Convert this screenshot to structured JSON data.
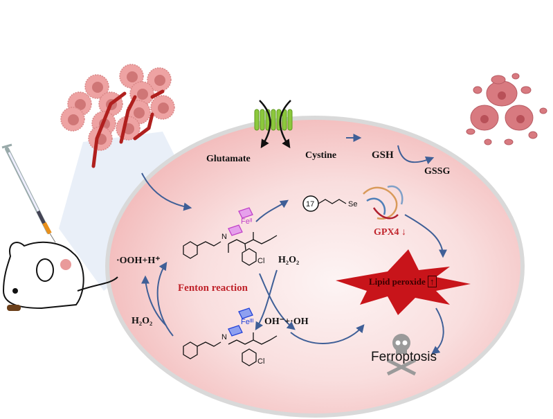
{
  "figure": {
    "type": "mechanism-schematic",
    "theme_colors": {
      "cell_fill": "#f6c9c9",
      "cell_center": "#fbeeee",
      "arrow": "#3f5f97",
      "fe_ii": "#c040c8",
      "fe_iii": "#2040d8",
      "burst": "#c8141a",
      "label_red": "#c0232b",
      "transporter": "#8cc83c"
    }
  },
  "labels": {
    "glutamate": "Glutamate",
    "cystine": "Cystine",
    "gsh": "GSH",
    "gssg": "GSSG",
    "gpx4": "GPX4 ↓",
    "lipid_peroxide": "Lipid peroxide",
    "lipid_peroxide_mark": "↑",
    "ferroptosis": "Ferroptosis",
    "fenton": "Fenton reaction",
    "ooh_h": "·OOH+H⁺",
    "h2o2_left": "H₂O₂",
    "h2o2_right": "H₂O₂",
    "oh_oh": "OH⁻+·OH",
    "compound_number": "17",
    "selenium": "Se",
    "fe_ii": "Feᴵᴵ",
    "fe_iii": "Feᴵᴵᴵ",
    "chlorine": "Cl",
    "nitrogen": "N",
    "hydrogen": "H",
    "oxygen": "O"
  },
  "icons": {
    "mouse": "mouse-with-tumor-icon",
    "syringe": "syringe-icon",
    "tumor": "tumor-cell-cluster-icon",
    "dead_cells": "fragmented-cells-icon",
    "transporter": "system-xc-transporter-icon",
    "protein": "gpx4-protein-ribbon-icon",
    "skull": "skull-crossbones-icon",
    "burst": "explosion-burst-icon"
  }
}
